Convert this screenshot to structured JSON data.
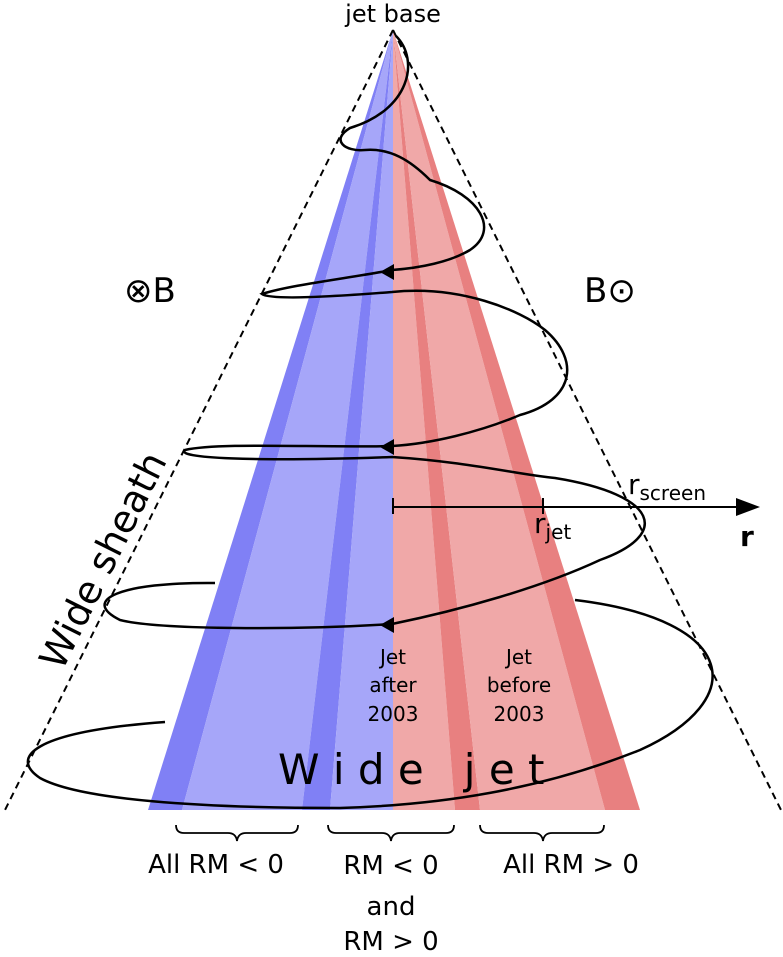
{
  "labels": {
    "top": "jet base",
    "b_left": "⊗B",
    "b_right": "B⊙",
    "sheath": "Wide sheath",
    "wide_jet": "W i d e   j e t",
    "r_screen_main": "r",
    "r_screen_sub": "screen",
    "r_jet_main": "r",
    "r_jet_sub": "jet",
    "r_axis": "r",
    "after_l1": "Jet",
    "after_l2": "after",
    "after_l3": "2003",
    "before_l1": "Jet",
    "before_l2": "before",
    "before_l3": "2003",
    "bottom_left": "All RM < 0",
    "bottom_mid_l1": "RM < 0",
    "bottom_mid_l2": "and",
    "bottom_mid_l3": "RM > 0",
    "bottom_right": "All RM > 0"
  },
  "colors": {
    "blue_dark": "#8080f5",
    "blue_light": "#a6a6f9",
    "red_dark": "#e88080",
    "red_light": "#f0a8a8",
    "line": "#000000"
  }
}
